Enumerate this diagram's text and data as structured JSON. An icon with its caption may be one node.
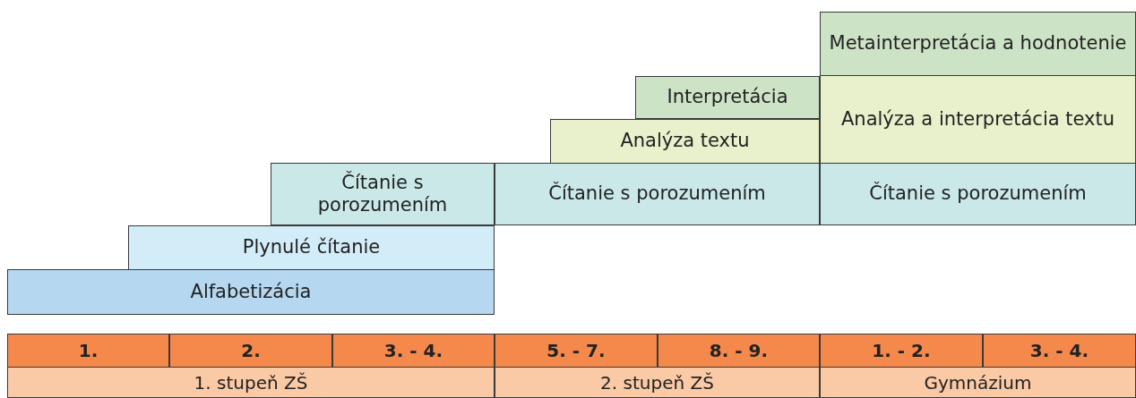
{
  "diagram": {
    "nodes": [
      {
        "text": [
          "Metainterpretácia a hodnotenie"
        ]
      },
      {
        "text": [
          "Interpretácia"
        ]
      },
      {
        "text": [
          "Analýza a interpretácia textu"
        ]
      },
      {
        "text": [
          "Analýza textu"
        ]
      },
      {
        "text": [
          "Čítanie s porozumením"
        ]
      },
      {
        "text": [
          "Čítanie s porozumením"
        ]
      },
      {
        "text": [
          "Čítanie s porozumením"
        ]
      },
      {
        "text": [
          "Plynulé čítanie"
        ]
      },
      {
        "text": [
          "Alfabetizácia"
        ]
      }
    ],
    "labels": [
      "1.",
      "2.",
      "3. - 4.",
      "5. - 7.",
      "8. - 9.",
      "1. - 2.",
      "3. - 4.",
      "1. stupeň ZŠ",
      "2. stupeň ZŠ",
      "Gymnázium"
    ]
  }
}
